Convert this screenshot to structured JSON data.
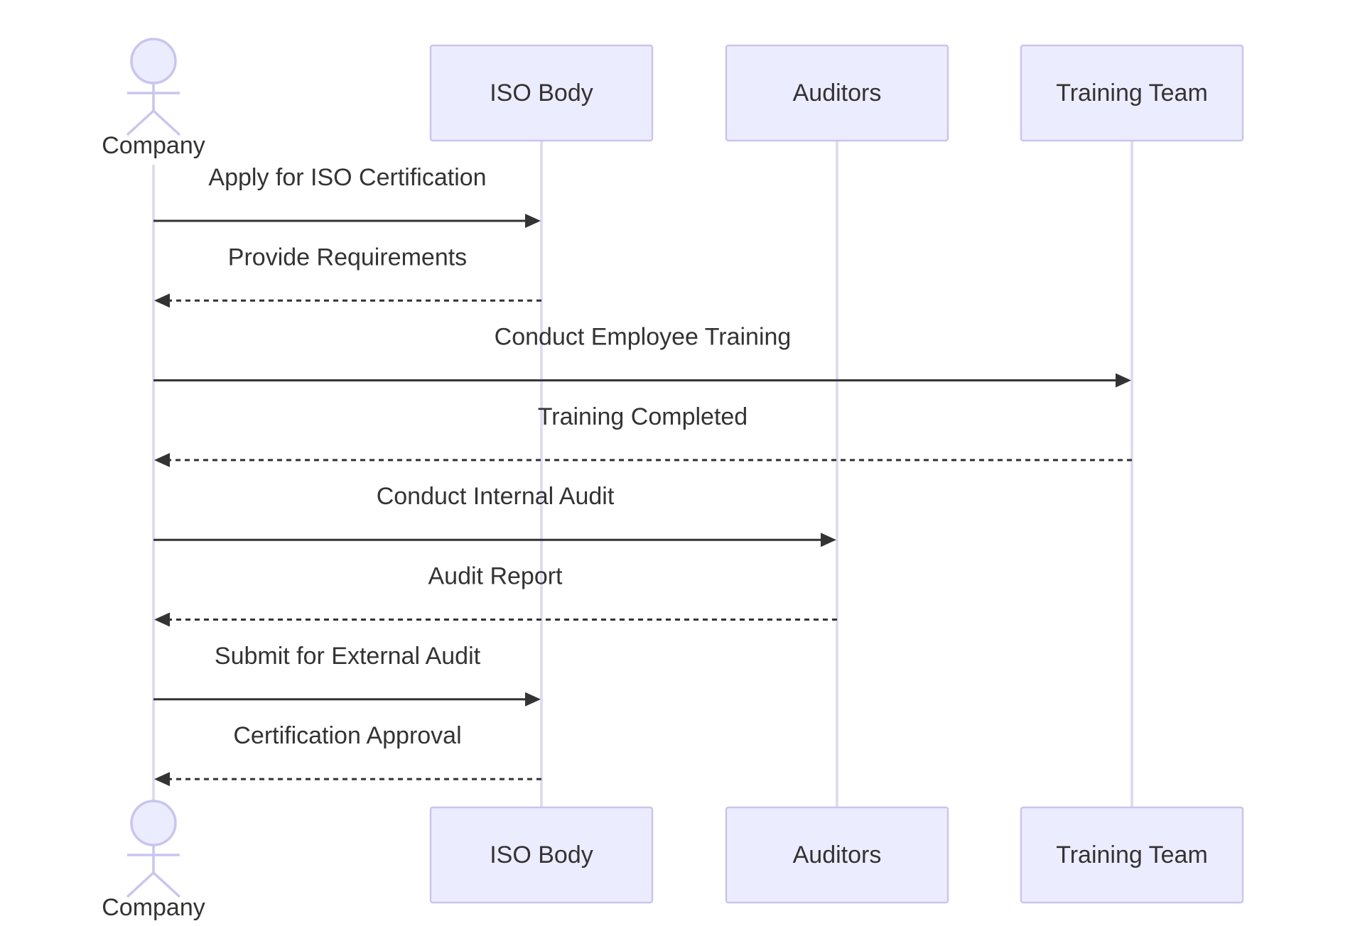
{
  "participants": [
    {
      "id": "company",
      "label": "Company",
      "kind": "actor"
    },
    {
      "id": "iso",
      "label": "ISO Body",
      "kind": "box"
    },
    {
      "id": "auditors",
      "label": "Auditors",
      "kind": "box"
    },
    {
      "id": "training",
      "label": "Training Team",
      "kind": "box"
    }
  ],
  "messages": [
    {
      "from": "company",
      "to": "iso",
      "label": "Apply for ISO Certification",
      "style": "solid"
    },
    {
      "from": "iso",
      "to": "company",
      "label": "Provide Requirements",
      "style": "dashed"
    },
    {
      "from": "company",
      "to": "training",
      "label": "Conduct Employee Training",
      "style": "solid"
    },
    {
      "from": "training",
      "to": "company",
      "label": "Training Completed",
      "style": "dashed"
    },
    {
      "from": "company",
      "to": "auditors",
      "label": "Conduct Internal Audit",
      "style": "solid"
    },
    {
      "from": "auditors",
      "to": "company",
      "label": "Audit Report",
      "style": "dashed"
    },
    {
      "from": "company",
      "to": "iso",
      "label": "Submit for External Audit",
      "style": "solid"
    },
    {
      "from": "iso",
      "to": "company",
      "label": "Certification Approval",
      "style": "dashed"
    }
  ],
  "colors": {
    "participant_fill": "#ececff",
    "participant_stroke": "#c9c5ee",
    "lifeline": "#dcd8ee",
    "message": "#333333"
  }
}
